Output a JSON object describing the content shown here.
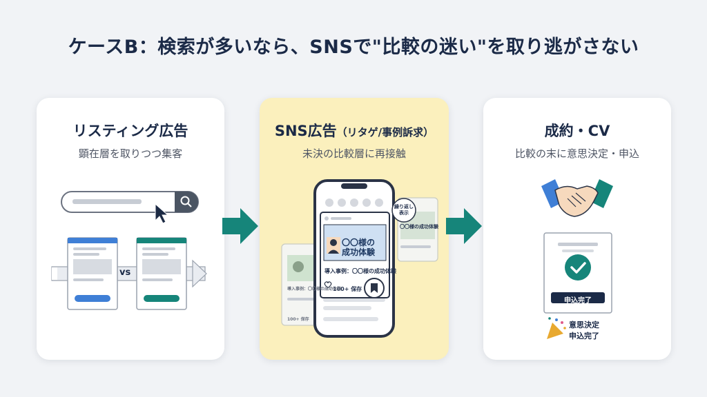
{
  "title": "ケースB：検索が多いなら、SNSで\"比較の迷い\"を取り逃がさない",
  "cards": [
    {
      "title": "リスティング広告",
      "subtitle": "顕在層を取りつつ集客",
      "vs_label": "vs"
    },
    {
      "title": "SNS広告",
      "title_suffix": "（リタゲ/事例訴求）",
      "subtitle": "未決の比較層に再接触",
      "post_headline_1": "〇〇様の",
      "post_headline_2": "成功体験",
      "post_caption": "導入事例：〇〇様の成功体験",
      "post_likes": "100+ 保存",
      "badge_line_1": "繰り返し",
      "badge_line_2": "表示",
      "back_post_headline": "〇〇様の成功体験",
      "back_post_caption": "導入事例：〇〇様の成功体験",
      "back_post_likes": "100+ 保存"
    },
    {
      "title": "成約・CV",
      "subtitle": "比較の末に意思決定・申込",
      "button_label": "申込完了",
      "note_line_1": "意思決定",
      "note_line_2": "申込完了"
    }
  ],
  "colors": {
    "accent": "#16857a",
    "card_highlight": "#fbf0bd",
    "navy": "#1b2a47",
    "blue": "#3f7fd6"
  }
}
